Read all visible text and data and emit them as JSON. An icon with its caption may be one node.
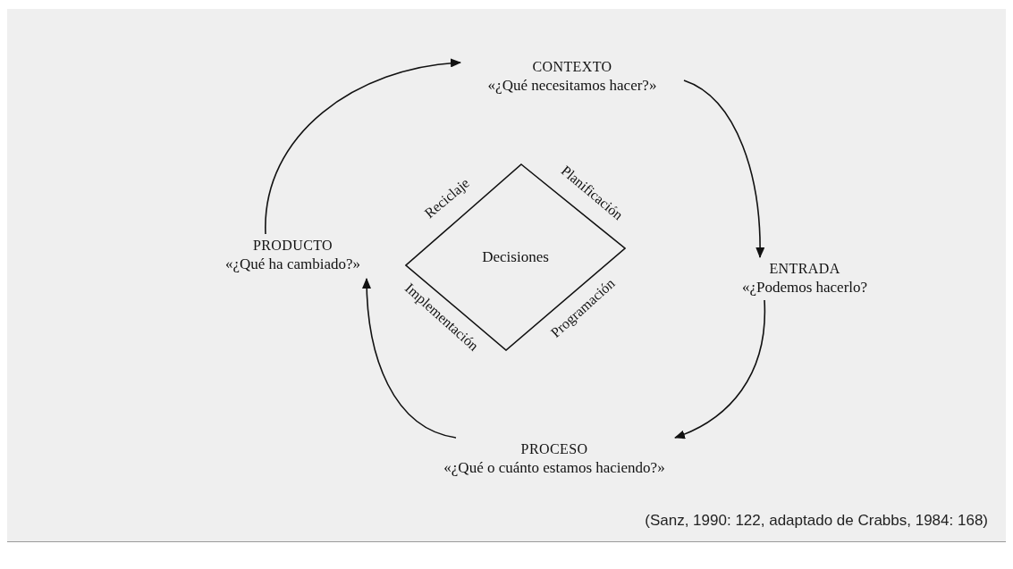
{
  "diagram": {
    "caption": "(Sanz, 1990: 122, adaptado de Crabbs, 1984: 168)",
    "nodes": [
      {
        "text": [
          "CONTEXTO",
          "«¿Qué necesitamos hacer?»"
        ]
      },
      {
        "text": [
          "ENTRADA",
          "«¿Podemos hacerlo?"
        ]
      },
      {
        "text": [
          "PROCESO",
          "«¿Qué o cuánto estamos haciendo?»"
        ]
      },
      {
        "text": [
          "PRODUCTO",
          "«¿Qué ha cambiado?»"
        ]
      },
      {
        "text": [
          "Decisiones"
        ],
        "beside": [
          "Reciclaje",
          "Planificación",
          "Programación",
          "Implementación"
        ]
      }
    ],
    "edges": [
      {
        "from": 0,
        "to": 1,
        "arrow": "to"
      },
      {
        "from": 1,
        "to": 2,
        "arrow": "to"
      },
      {
        "from": 2,
        "to": 3,
        "arrow": "to"
      },
      {
        "from": 3,
        "to": 0,
        "arrow": "to"
      }
    ]
  }
}
